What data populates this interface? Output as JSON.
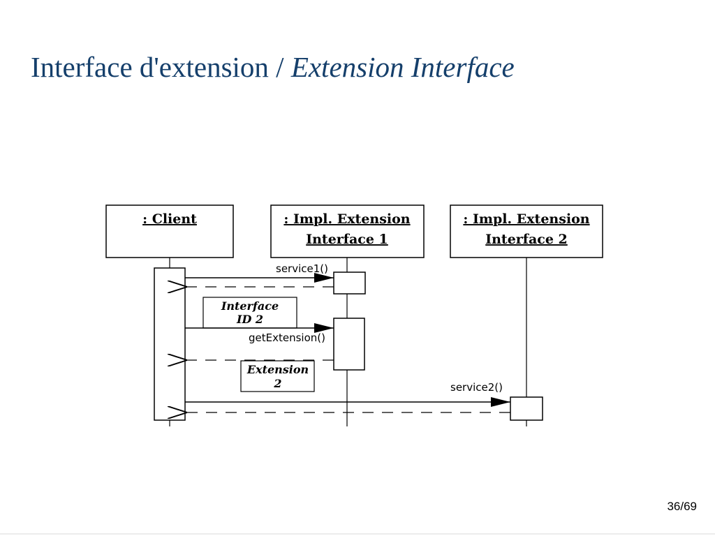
{
  "slide": {
    "title_main": "Interface d'extension / ",
    "title_italic": "Extension Interface",
    "page_number": "36/69",
    "accent_color": "#153f6b"
  },
  "diagram": {
    "lifelines": [
      {
        "line1": ": Client",
        "line2": ""
      },
      {
        "line1": ": Impl. Extension",
        "line2": "Interface 1"
      },
      {
        "line1": ": Impl. Extension",
        "line2": "Interface 2"
      }
    ],
    "messages": {
      "service1": "service1()",
      "getExtension": "getExtension()",
      "service2": "service2()"
    },
    "notes": {
      "interface_id": {
        "line1": "Interface",
        "line2": "ID 2"
      },
      "extension": {
        "line1": "Extension",
        "line2": "2"
      }
    }
  }
}
